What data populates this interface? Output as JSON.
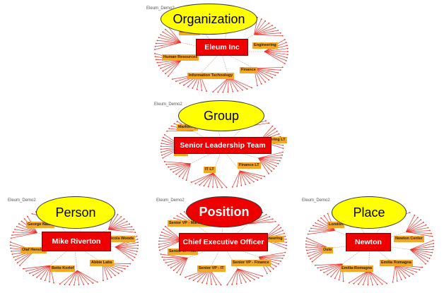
{
  "colors": {
    "title_fill": "#ffff00",
    "highlight_fill": "#ee0000",
    "label_fill": "#f5a623",
    "branch": "#e8322a"
  },
  "panels": [
    {
      "id": "organization",
      "title": "Organization",
      "highlight": false,
      "caption": "Eleum_Demo2",
      "center": "Eleum Inc",
      "labels": [
        "Marketing",
        "Engineering",
        "Human Resources",
        "Finance",
        "Information Technology"
      ]
    },
    {
      "id": "group",
      "title": "Group",
      "highlight": false,
      "caption": "Eleum_Demo2",
      "center": "Senior Leadership Team",
      "labels": [
        "Marketing",
        "Engineering LT",
        "HR LT",
        "IT LT",
        "Finance LT"
      ]
    },
    {
      "id": "person",
      "title": "Person",
      "highlight": false,
      "caption": "Eleum_Demo2",
      "center": "Mike Riverton",
      "labels": [
        "George Nadia",
        "Nicola Woods",
        "Olaf Hensley",
        "Abbie Labs",
        "Bette Korlof"
      ]
    },
    {
      "id": "position",
      "title": "Position",
      "highlight": true,
      "caption": "Eleum_Demo2",
      "center": "Chief Executive Officer",
      "labels": [
        "Senior VP - Marketing",
        "Senior VP - Engineering",
        "Senior VP - HR",
        "Senior VP - Finance",
        "Senior VP - IT"
      ]
    },
    {
      "id": "place",
      "title": "Place",
      "highlight": false,
      "caption": "Eleum_Demo2",
      "center": "Newton",
      "labels": [
        "London",
        "Newton Center",
        "Oslo",
        "Emilia-Romagna",
        "Emilia Romagna"
      ]
    }
  ]
}
